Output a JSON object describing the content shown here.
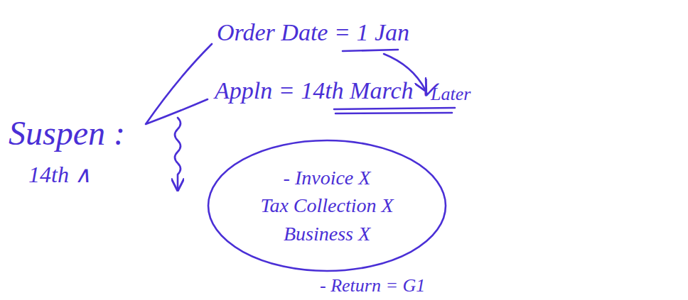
{
  "diagram": {
    "nodes": [
      {
        "text": [
          "- Invoice X",
          "Tax Collection X",
          "Business X"
        ]
      }
    ],
    "labels": [
      "Suspen :",
      "Order Date = 1 Jan",
      "Later",
      "Appln = 14th March ✓",
      "14th ∧",
      "- Return = G1"
    ]
  }
}
